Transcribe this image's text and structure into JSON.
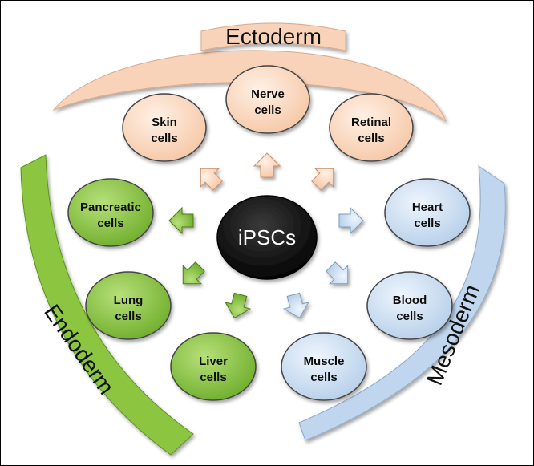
{
  "center": {
    "label": "iPSCs"
  },
  "layers": {
    "ectoderm": {
      "label": "Ectoderm",
      "color": "#f9d3b9",
      "stroke": "#d9a98a"
    },
    "endoderm": {
      "label": "Endoderm",
      "color": "#8cc63f",
      "stroke": "#5e8f22"
    },
    "mesoderm": {
      "label": "Mesoderm",
      "color": "#bfd6ee",
      "stroke": "#8aa9c9"
    }
  },
  "cells": {
    "skin": {
      "line1": "Skin",
      "line2": "cells"
    },
    "nerve": {
      "line1": "Nerve",
      "line2": "cells"
    },
    "retinal": {
      "line1": "Retinal",
      "line2": "cells"
    },
    "pancreatic": {
      "line1": "Pancreatic",
      "line2": "cells"
    },
    "lung": {
      "line1": "Lung",
      "line2": "cells"
    },
    "liver": {
      "line1": "Liver",
      "line2": "cells"
    },
    "heart": {
      "line1": "Heart",
      "line2": "cells"
    },
    "blood": {
      "line1": "Blood",
      "line2": "cells"
    },
    "muscle": {
      "line1": "Muscle",
      "line2": "cells"
    }
  }
}
